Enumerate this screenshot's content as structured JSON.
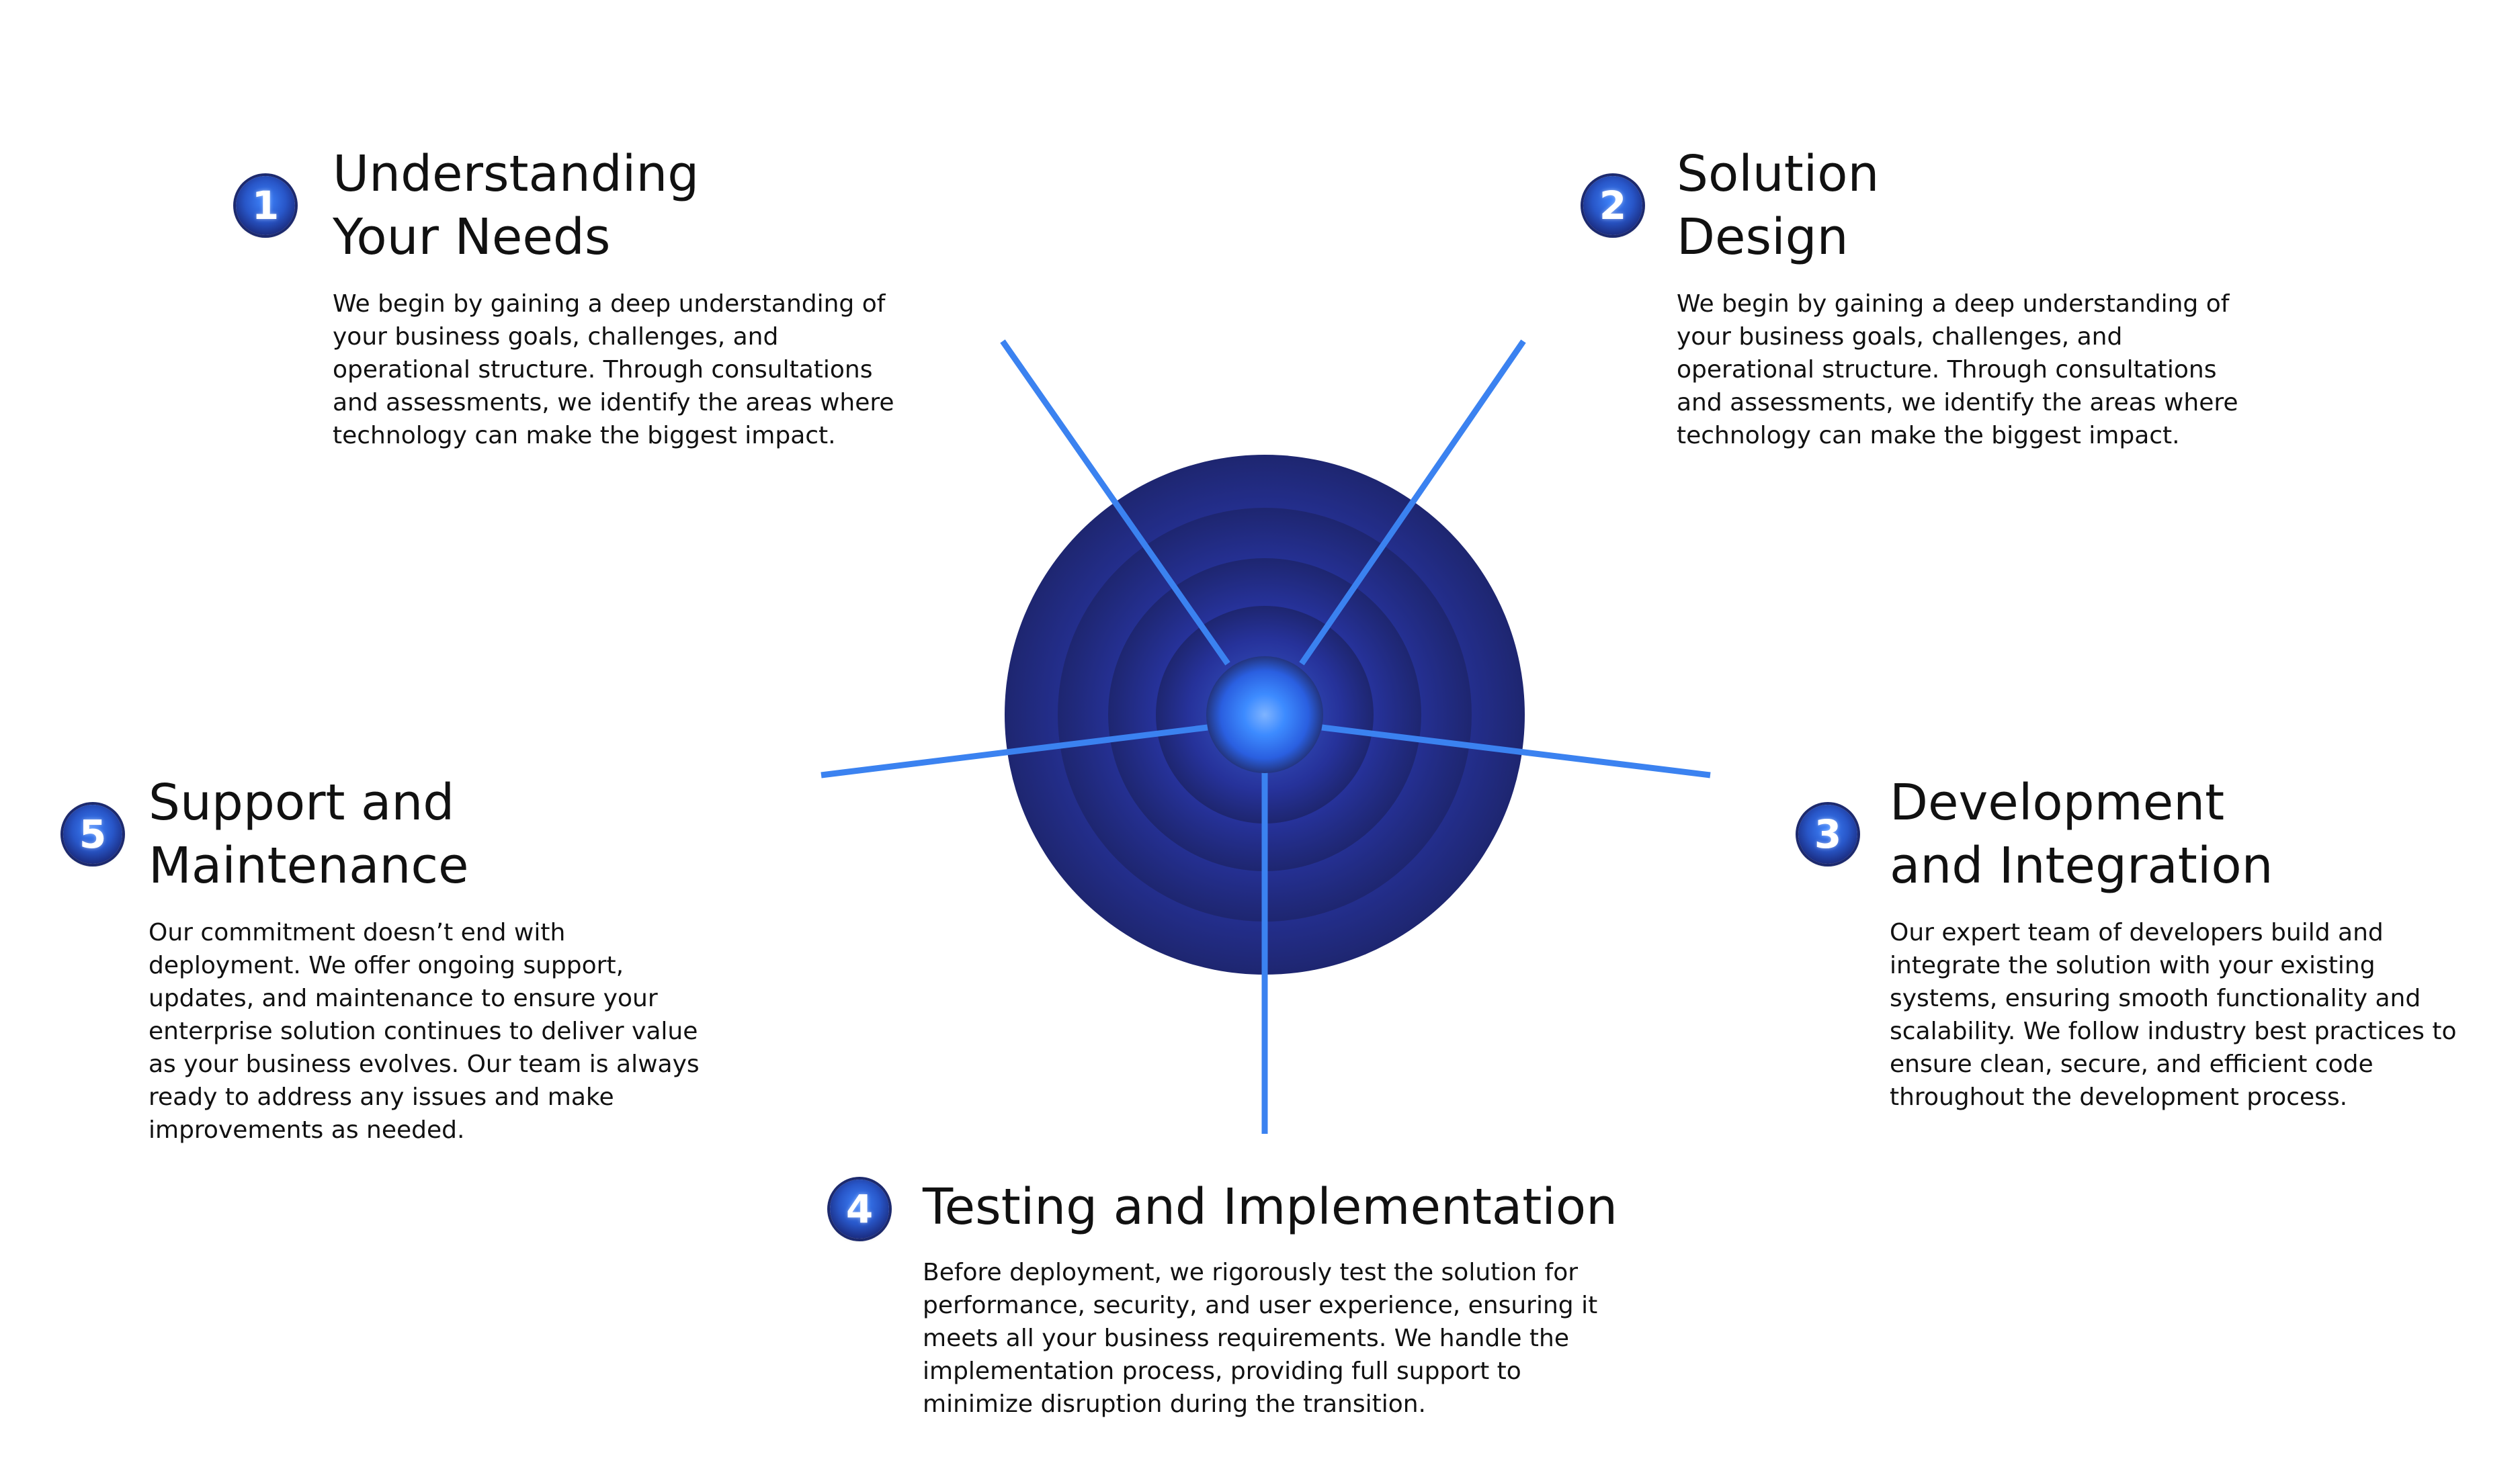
{
  "colors": {
    "accent_line": "#3b82f0",
    "core_outer": "#1f2a78",
    "core_inner": "#3d8bff",
    "text": "#111111"
  },
  "steps": [
    {
      "number": "1",
      "title_lines": [
        "Understanding",
        "Your Needs"
      ],
      "desc_lines": [
        "We begin by gaining a deep understanding of",
        "your business goals, challenges, and",
        "operational structure. Through consultations",
        "and assessments, we identify the areas where",
        "technology can make the biggest impact."
      ]
    },
    {
      "number": "2",
      "title_lines": [
        "Solution",
        "Design"
      ],
      "desc_lines": [
        "We begin by gaining a deep understanding of",
        "your business goals, challenges, and",
        "operational structure. Through consultations",
        "and assessments, we identify the areas where",
        "technology can make the biggest impact."
      ]
    },
    {
      "number": "3",
      "title_lines": [
        "Development",
        "and Integration"
      ],
      "desc_lines": [
        "Our expert team of developers build and",
        "integrate the solution with your existing",
        "systems, ensuring smooth functionality and",
        "scalability. We follow industry best practices to",
        "ensure clean, secure, and efficient code",
        "throughout the development process."
      ]
    },
    {
      "number": "4",
      "title_lines": [
        "Testing and Implementation"
      ],
      "desc_lines": [
        "Before deployment, we rigorously test the solution for",
        "performance, security, and user experience, ensuring it",
        "meets all your business requirements. We handle the",
        "implementation process, providing full support to",
        "minimize disruption during the transition."
      ]
    },
    {
      "number": "5",
      "title_lines": [
        "Support and",
        "Maintenance"
      ],
      "desc_lines": [
        "Our commitment doesn’t end with",
        "deployment. We offer ongoing support,",
        "updates, and maintenance to ensure your",
        "enterprise solution continues to deliver value",
        "as your business evolves. Our team is always",
        "ready to address any issues and make",
        "improvements as needed."
      ]
    }
  ]
}
